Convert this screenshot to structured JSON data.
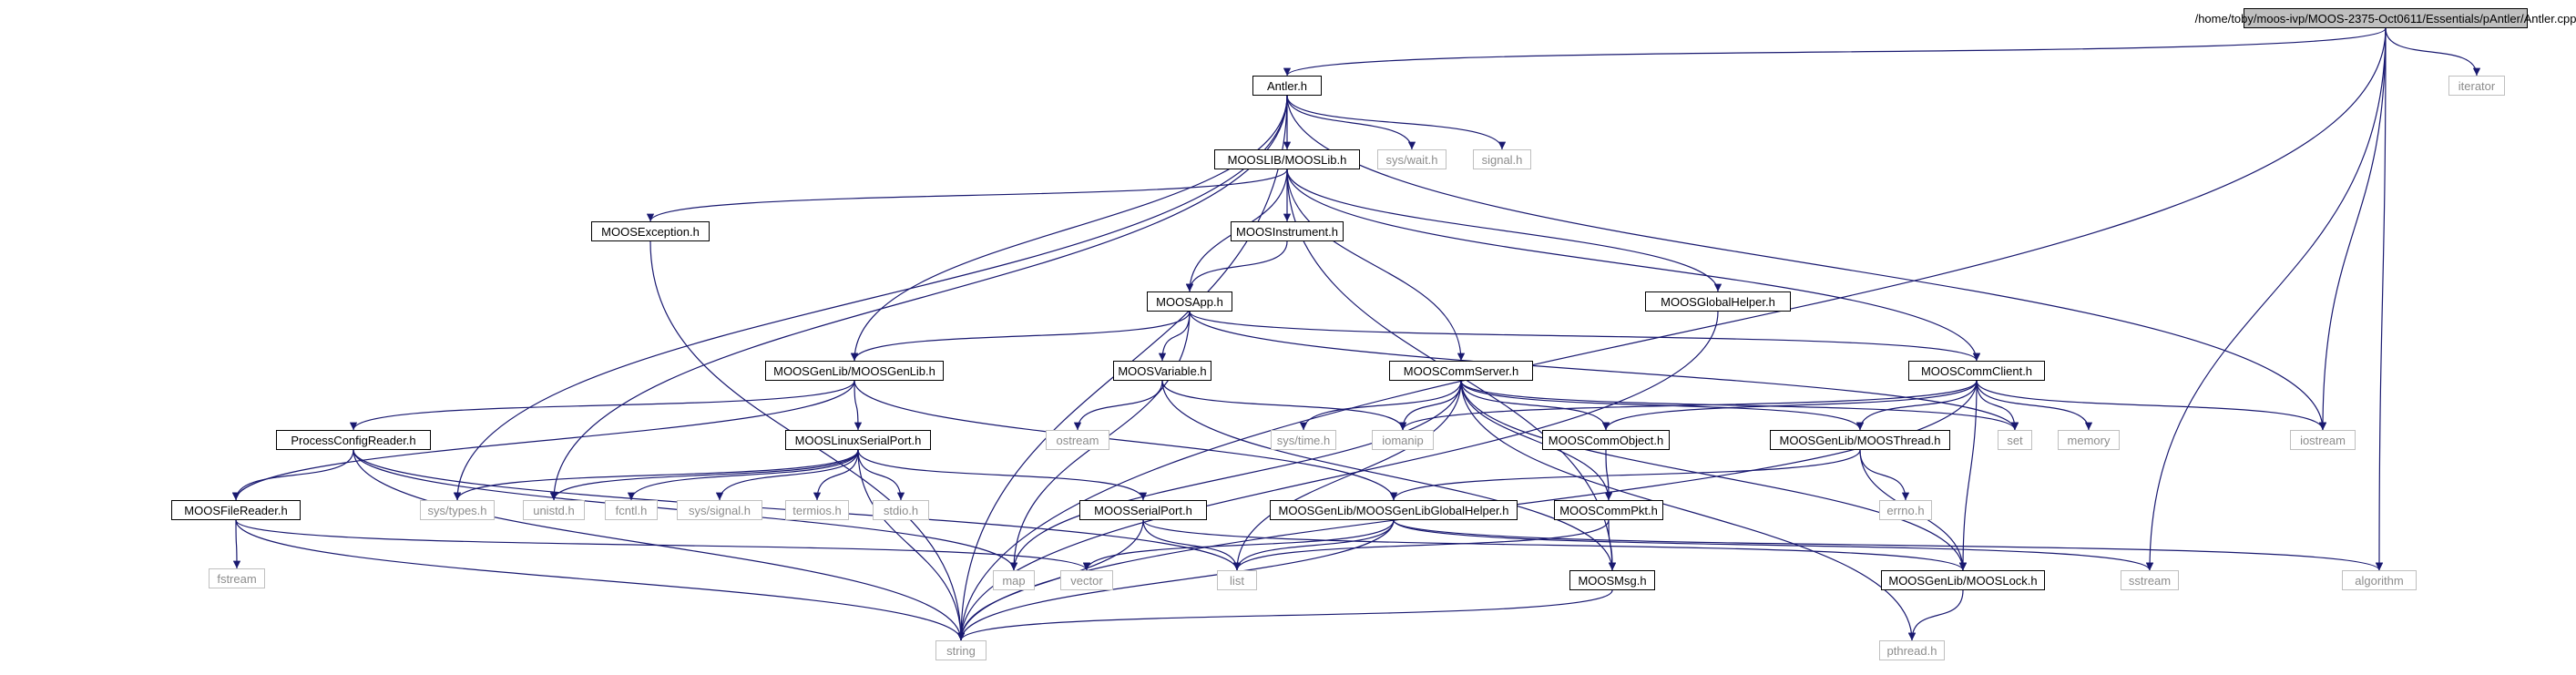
{
  "graph": {
    "colors": {
      "edge": "#191970",
      "node_border": "#000000",
      "external_border": "#bfbfbf",
      "external_text": "#8c8c8c",
      "root_fill": "#bfbfbf"
    },
    "nodes": [
      {
        "id": "root",
        "label": "/home/toby/moos-ivp/MOOS-2375-Oct0611/Essentials/pAntler/Antler.cpp",
        "kind": "root"
      },
      {
        "id": "antler",
        "label": "Antler.h",
        "kind": "file"
      },
      {
        "id": "iterator",
        "label": "iterator",
        "kind": "external"
      },
      {
        "id": "mooslib",
        "label": "MOOSLIB/MOOSLib.h",
        "kind": "file"
      },
      {
        "id": "syswait",
        "label": "sys/wait.h",
        "kind": "external"
      },
      {
        "id": "signal",
        "label": "signal.h",
        "kind": "external"
      },
      {
        "id": "mooexc",
        "label": "MOOSException.h",
        "kind": "file"
      },
      {
        "id": "moosinst",
        "label": "MOOSInstrument.h",
        "kind": "file"
      },
      {
        "id": "mooapp",
        "label": "MOOSApp.h",
        "kind": "file"
      },
      {
        "id": "moosglob",
        "label": "MOOSGlobalHelper.h",
        "kind": "file"
      },
      {
        "id": "moosgenlib",
        "label": "MOOSGenLib/MOOSGenLib.h",
        "kind": "file"
      },
      {
        "id": "moosvar",
        "label": "MOOSVariable.h",
        "kind": "file"
      },
      {
        "id": "mooscommsrv",
        "label": "MOOSCommServer.h",
        "kind": "file"
      },
      {
        "id": "mooscommcli",
        "label": "MOOSCommClient.h",
        "kind": "file"
      },
      {
        "id": "procconf",
        "label": "ProcessConfigReader.h",
        "kind": "file"
      },
      {
        "id": "linuxserial",
        "label": "MOOSLinuxSerialPort.h",
        "kind": "file"
      },
      {
        "id": "ostream",
        "label": "ostream",
        "kind": "external"
      },
      {
        "id": "systime",
        "label": "sys/time.h",
        "kind": "external"
      },
      {
        "id": "iomanip",
        "label": "iomanip",
        "kind": "external"
      },
      {
        "id": "commobj",
        "label": "MOOSCommObject.h",
        "kind": "file"
      },
      {
        "id": "moosthread",
        "label": "MOOSGenLib/MOOSThread.h",
        "kind": "file"
      },
      {
        "id": "set",
        "label": "set",
        "kind": "external"
      },
      {
        "id": "memory",
        "label": "memory",
        "kind": "external"
      },
      {
        "id": "iostream",
        "label": "iostream",
        "kind": "external"
      },
      {
        "id": "systypes",
        "label": "sys/types.h",
        "kind": "external"
      },
      {
        "id": "unistd",
        "label": "unistd.h",
        "kind": "external"
      },
      {
        "id": "fcntl",
        "label": "fcntl.h",
        "kind": "external"
      },
      {
        "id": "syssignal",
        "label": "sys/signal.h",
        "kind": "external"
      },
      {
        "id": "termios",
        "label": "termios.h",
        "kind": "external"
      },
      {
        "id": "stdio",
        "label": "stdio.h",
        "kind": "external"
      },
      {
        "id": "serialport",
        "label": "MOOSSerialPort.h",
        "kind": "file"
      },
      {
        "id": "genlibglob",
        "label": "MOOSGenLib/MOOSGenLibGlobalHelper.h",
        "kind": "file"
      },
      {
        "id": "commpkt",
        "label": "MOOSCommPkt.h",
        "kind": "file"
      },
      {
        "id": "errno",
        "label": "errno.h",
        "kind": "external"
      },
      {
        "id": "filereader",
        "label": "MOOSFileReader.h",
        "kind": "file"
      },
      {
        "id": "fstream",
        "label": "fstream",
        "kind": "external"
      },
      {
        "id": "map",
        "label": "map",
        "kind": "external"
      },
      {
        "id": "vector",
        "label": "vector",
        "kind": "external"
      },
      {
        "id": "list",
        "label": "list",
        "kind": "external"
      },
      {
        "id": "moosmsg",
        "label": "MOOSMsg.h",
        "kind": "file"
      },
      {
        "id": "mooslock",
        "label": "MOOSGenLib/MOOSLock.h",
        "kind": "file"
      },
      {
        "id": "sstream",
        "label": "sstream",
        "kind": "external"
      },
      {
        "id": "algorithm",
        "label": "algorithm",
        "kind": "external"
      },
      {
        "id": "string",
        "label": "string",
        "kind": "external"
      },
      {
        "id": "pthread",
        "label": "pthread.h",
        "kind": "external"
      }
    ],
    "edges": [
      [
        "root",
        "antler"
      ],
      [
        "root",
        "iterator"
      ],
      [
        "root",
        "iostream"
      ],
      [
        "root",
        "sstream"
      ],
      [
        "root",
        "algorithm"
      ],
      [
        "root",
        "string"
      ],
      [
        "antler",
        "mooslib"
      ],
      [
        "antler",
        "syswait"
      ],
      [
        "antler",
        "signal"
      ],
      [
        "antler",
        "moosgenlib"
      ],
      [
        "antler",
        "unistd"
      ],
      [
        "antler",
        "systypes"
      ],
      [
        "antler",
        "string"
      ],
      [
        "antler",
        "iostream"
      ],
      [
        "mooslib",
        "mooexc"
      ],
      [
        "mooslib",
        "moosinst"
      ],
      [
        "mooslib",
        "mooapp"
      ],
      [
        "mooslib",
        "moosglob"
      ],
      [
        "mooslib",
        "mooscommsrv"
      ],
      [
        "mooslib",
        "mooscommcli"
      ],
      [
        "mooslib",
        "moosmsg"
      ],
      [
        "mooexc",
        "string"
      ],
      [
        "moosinst",
        "mooapp"
      ],
      [
        "mooapp",
        "moosgenlib"
      ],
      [
        "mooapp",
        "moosvar"
      ],
      [
        "mooapp",
        "mooscommcli"
      ],
      [
        "mooapp",
        "map"
      ],
      [
        "mooapp",
        "set"
      ],
      [
        "moosglob",
        "string"
      ],
      [
        "moosgenlib",
        "procconf"
      ],
      [
        "moosgenlib",
        "linuxserial"
      ],
      [
        "moosgenlib",
        "filereader"
      ],
      [
        "moosgenlib",
        "genlibglob"
      ],
      [
        "moosvar",
        "ostream"
      ],
      [
        "moosvar",
        "iomanip"
      ],
      [
        "moosvar",
        "moosmsg"
      ],
      [
        "mooscommsrv",
        "systime"
      ],
      [
        "mooscommsrv",
        "iomanip"
      ],
      [
        "mooscommsrv",
        "commobj"
      ],
      [
        "mooscommsrv",
        "moosthread"
      ],
      [
        "mooscommsrv",
        "set"
      ],
      [
        "mooscommsrv",
        "map"
      ],
      [
        "mooscommsrv",
        "list"
      ],
      [
        "mooscommsrv",
        "commpkt"
      ],
      [
        "mooscommsrv",
        "mooslock"
      ],
      [
        "mooscommsrv",
        "pthread"
      ],
      [
        "mooscommcli",
        "iomanip"
      ],
      [
        "mooscommcli",
        "commobj"
      ],
      [
        "mooscommcli",
        "moosthread"
      ],
      [
        "mooscommcli",
        "set"
      ],
      [
        "mooscommcli",
        "memory"
      ],
      [
        "mooscommcli",
        "iostream"
      ],
      [
        "mooscommcli",
        "mooslock"
      ],
      [
        "mooscommcli",
        "string"
      ],
      [
        "procconf",
        "filereader"
      ],
      [
        "procconf",
        "string"
      ],
      [
        "procconf",
        "map"
      ],
      [
        "procconf",
        "list"
      ],
      [
        "linuxserial",
        "systypes"
      ],
      [
        "linuxserial",
        "unistd"
      ],
      [
        "linuxserial",
        "fcntl"
      ],
      [
        "linuxserial",
        "syssignal"
      ],
      [
        "linuxserial",
        "termios"
      ],
      [
        "linuxserial",
        "stdio"
      ],
      [
        "linuxserial",
        "serialport"
      ],
      [
        "linuxserial",
        "string"
      ],
      [
        "commobj",
        "commpkt"
      ],
      [
        "moosthread",
        "genlibglob"
      ],
      [
        "moosthread",
        "errno"
      ],
      [
        "moosthread",
        "mooslock"
      ],
      [
        "serialport",
        "list"
      ],
      [
        "serialport",
        "string"
      ],
      [
        "serialport",
        "mooslock"
      ],
      [
        "genlibglob",
        "vector"
      ],
      [
        "genlibglob",
        "list"
      ],
      [
        "genlibglob",
        "string"
      ],
      [
        "genlibglob",
        "sstream"
      ],
      [
        "genlibglob",
        "algorithm"
      ],
      [
        "commpkt",
        "list"
      ],
      [
        "commpkt",
        "moosmsg"
      ],
      [
        "filereader",
        "fstream"
      ],
      [
        "filereader",
        "string"
      ],
      [
        "filereader",
        "vector"
      ],
      [
        "moosmsg",
        "string"
      ],
      [
        "mooslock",
        "pthread"
      ]
    ]
  }
}
